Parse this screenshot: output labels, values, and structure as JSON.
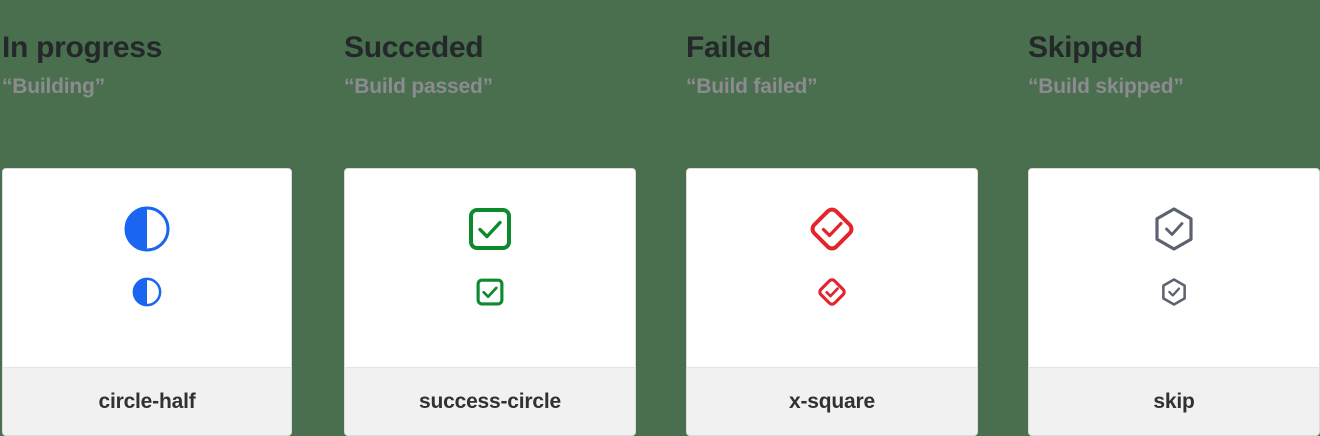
{
  "page": {
    "background_color": "#4a6f4e"
  },
  "columns": [
    {
      "title": "In progress",
      "subtitle": "“Building”",
      "card": {
        "label": "circle-half",
        "icon_name": "circle-half-icon",
        "icon_color": "#1a66f0"
      }
    },
    {
      "title": "Succeded",
      "subtitle": "“Build passed”",
      "card": {
        "label": "success-circle",
        "icon_name": "check-square-icon",
        "icon_color": "#0e8a2e"
      }
    },
    {
      "title": "Failed",
      "subtitle": "“Build failed”",
      "card": {
        "label": "x-square",
        "icon_name": "check-diamond-icon",
        "icon_color": "#e3242b"
      }
    },
    {
      "title": "Skipped",
      "subtitle": "“Build skipped”",
      "card": {
        "label": "skip",
        "icon_name": "check-hexagon-icon",
        "icon_color": "#5c6270"
      }
    }
  ]
}
